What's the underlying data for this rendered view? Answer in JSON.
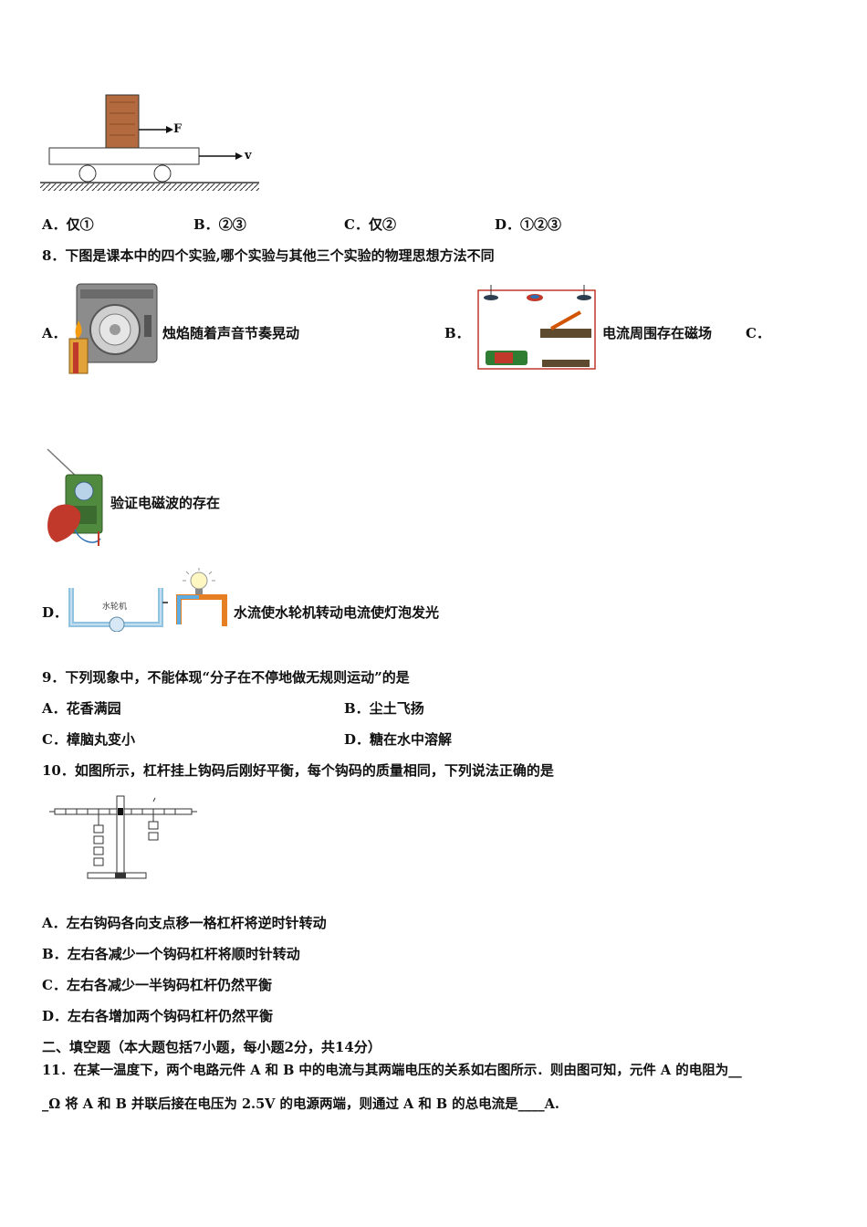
{
  "q7": {
    "figure": {
      "force_label": "F",
      "velocity_label": "v"
    },
    "options": [
      {
        "letter": "A．",
        "text": "仅①"
      },
      {
        "letter": "B．",
        "text": "②③"
      },
      {
        "letter": "C．",
        "text": "仅②"
      },
      {
        "letter": "D．",
        "text": "①②③"
      }
    ]
  },
  "q8": {
    "stem": "8．下图是课本中的四个实验,哪个实验与其他三个实验的物理思想方法不同",
    "option_a": {
      "letter": "A．",
      "caption": "烛焰随着声音节奏晃动"
    },
    "option_b": {
      "letter": "B．",
      "caption": "电流周围存在磁场"
    },
    "option_c": {
      "letter": "C．",
      "caption": "验证电磁波的存在"
    },
    "option_d": {
      "letter": "D．",
      "caption": "水流使水轮机转动电流使灯泡发光",
      "wheel_label": "水轮机"
    }
  },
  "q9": {
    "stem": "9．下列现象中，不能体现“分子在不停地做无规则运动”的是",
    "options": [
      {
        "letter": "A．",
        "text": "花香满园"
      },
      {
        "letter": "B．",
        "text": "尘土飞扬"
      },
      {
        "letter": "C．",
        "text": "樟脑丸变小"
      },
      {
        "letter": "D．",
        "text": "糖在水中溶解"
      }
    ]
  },
  "q10": {
    "stem": "10．如图所示，杠杆挂上钩码后刚好平衡，每个钩码的质量相同，下列说法正确的是",
    "options": [
      {
        "letter": "A．",
        "text": "左右钩码各向支点移一格杠杆将逆时针转动"
      },
      {
        "letter": "B．",
        "text": "左右各减少一个钩码杠杆将顺时针转动"
      },
      {
        "letter": "C．",
        "text": "左右各减少一半钩码杠杆仍然平衡"
      },
      {
        "letter": "D．",
        "text": "左右各增加两个钩码杠杆仍然平衡"
      }
    ]
  },
  "section2": {
    "heading": "二、填空题（本大题包括7小题，每小题2分，共14分）"
  },
  "q11": {
    "line1": "11．在某一温度下，两个电路元件 A 和 B 中的电流与其两端电压的关系如右图所示．则由图可知，元件 A 的电阻为__",
    "line2": "_Ω 将 A 和 B 并联后接在电压为 2.5V 的电源两端，则通过 A 和 B 的总电流是____A."
  }
}
